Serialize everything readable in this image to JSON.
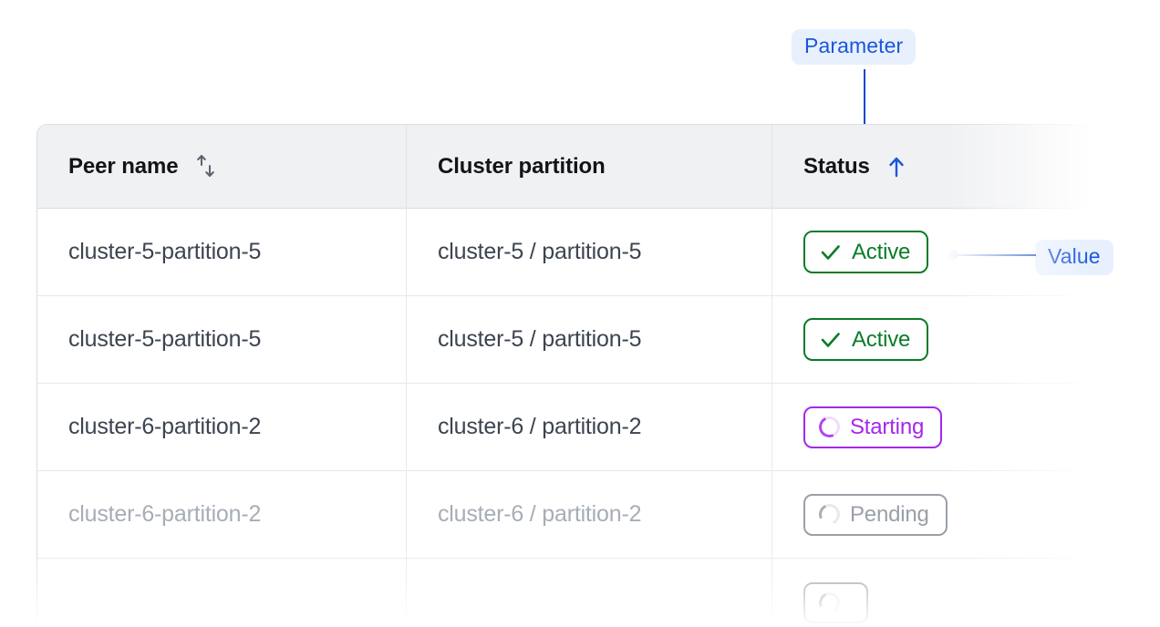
{
  "annotations": {
    "parameter_label": "Parameter",
    "value_label": "Value",
    "accent_color": "#1448c8",
    "chip_bg": "#e8f0fe"
  },
  "table": {
    "columns": [
      {
        "key": "peer_name",
        "label": "Peer name",
        "sort_icon": "sort-updown-icon",
        "sort_state": "none"
      },
      {
        "key": "cluster_partition",
        "label": "Cluster partition",
        "sort_icon": "",
        "sort_state": "none"
      },
      {
        "key": "status",
        "label": "Status",
        "sort_icon": "arrow-up-icon",
        "sort_state": "ascending"
      }
    ],
    "rows": [
      {
        "peer_name": "cluster-5-partition-5",
        "cluster_partition": "cluster-5 / partition-5",
        "status": "Active",
        "status_kind": "active",
        "status_icon": "check-icon",
        "dimmed": false
      },
      {
        "peer_name": "cluster-5-partition-5",
        "cluster_partition": "cluster-5 / partition-5",
        "status": "Active",
        "status_kind": "active",
        "status_icon": "check-icon",
        "dimmed": false
      },
      {
        "peer_name": "cluster-6-partition-2",
        "cluster_partition": "cluster-6 / partition-2",
        "status": "Starting",
        "status_kind": "starting",
        "status_icon": "spinner-icon",
        "dimmed": false
      },
      {
        "peer_name": "cluster-6-partition-2",
        "cluster_partition": "cluster-6 / partition-2",
        "status": "Pending",
        "status_kind": "pending",
        "status_icon": "spinner-icon",
        "dimmed": true
      },
      {
        "peer_name": "",
        "cluster_partition": "",
        "status": "",
        "status_kind": "pending",
        "status_icon": "spinner-icon",
        "dimmed": true
      }
    ],
    "status_colors": {
      "active": "#0a7c27",
      "starting": "#a328ec",
      "pending": "#9aa0a8"
    }
  }
}
